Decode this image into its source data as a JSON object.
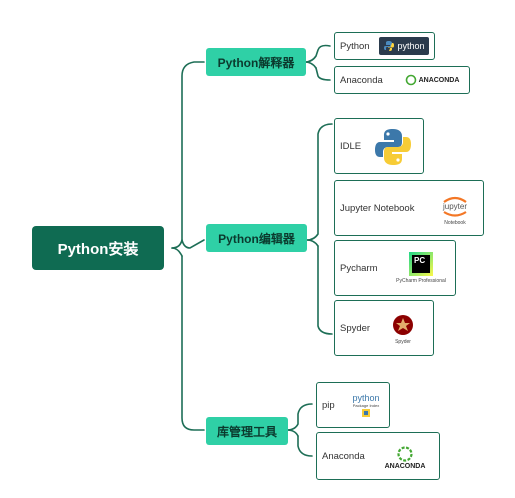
{
  "root": {
    "label": "Python安装"
  },
  "categories": [
    {
      "label": "Python解释器"
    },
    {
      "label": "Python编辑器"
    },
    {
      "label": "库管理工具"
    }
  ],
  "interpreters": [
    {
      "label": "Python",
      "logo_text": "python"
    },
    {
      "label": "Anaconda",
      "logo_text": "ANACONDA"
    }
  ],
  "editors": [
    {
      "label": "IDLE"
    },
    {
      "label": "Jupyter Notebook",
      "logo_text": "jupyter",
      "logo_caption": "Notebook"
    },
    {
      "label": "Pycharm",
      "logo_text": "PC",
      "logo_caption": "PyCharm Professional"
    },
    {
      "label": "Spyder",
      "logo_caption": "Spyder"
    }
  ],
  "tools": [
    {
      "label": "pip",
      "logo_text": "python",
      "logo_caption": "Package Index"
    },
    {
      "label": "Anaconda",
      "logo_text": "ANACONDA"
    }
  ],
  "colors": {
    "root": "#0f6b52",
    "category": "#2fd0a6",
    "line": "#1d6e56"
  }
}
